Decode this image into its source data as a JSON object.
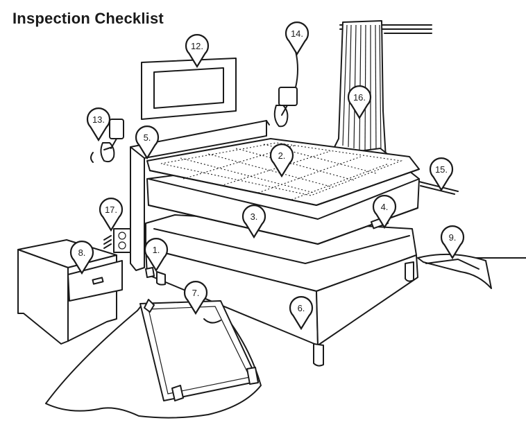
{
  "title": "Inspection Checklist",
  "markers": [
    {
      "id": "1",
      "label": "1."
    },
    {
      "id": "2",
      "label": "2."
    },
    {
      "id": "3",
      "label": "3."
    },
    {
      "id": "4",
      "label": "4."
    },
    {
      "id": "5",
      "label": "5."
    },
    {
      "id": "6",
      "label": "6."
    },
    {
      "id": "7",
      "label": "7."
    },
    {
      "id": "8",
      "label": "8."
    },
    {
      "id": "9",
      "label": "9."
    },
    {
      "id": "12",
      "label": "12."
    },
    {
      "id": "13",
      "label": "13."
    },
    {
      "id": "14",
      "label": "14."
    },
    {
      "id": "15",
      "label": "15."
    },
    {
      "id": "16",
      "label": "16."
    },
    {
      "id": "17",
      "label": "17."
    }
  ]
}
